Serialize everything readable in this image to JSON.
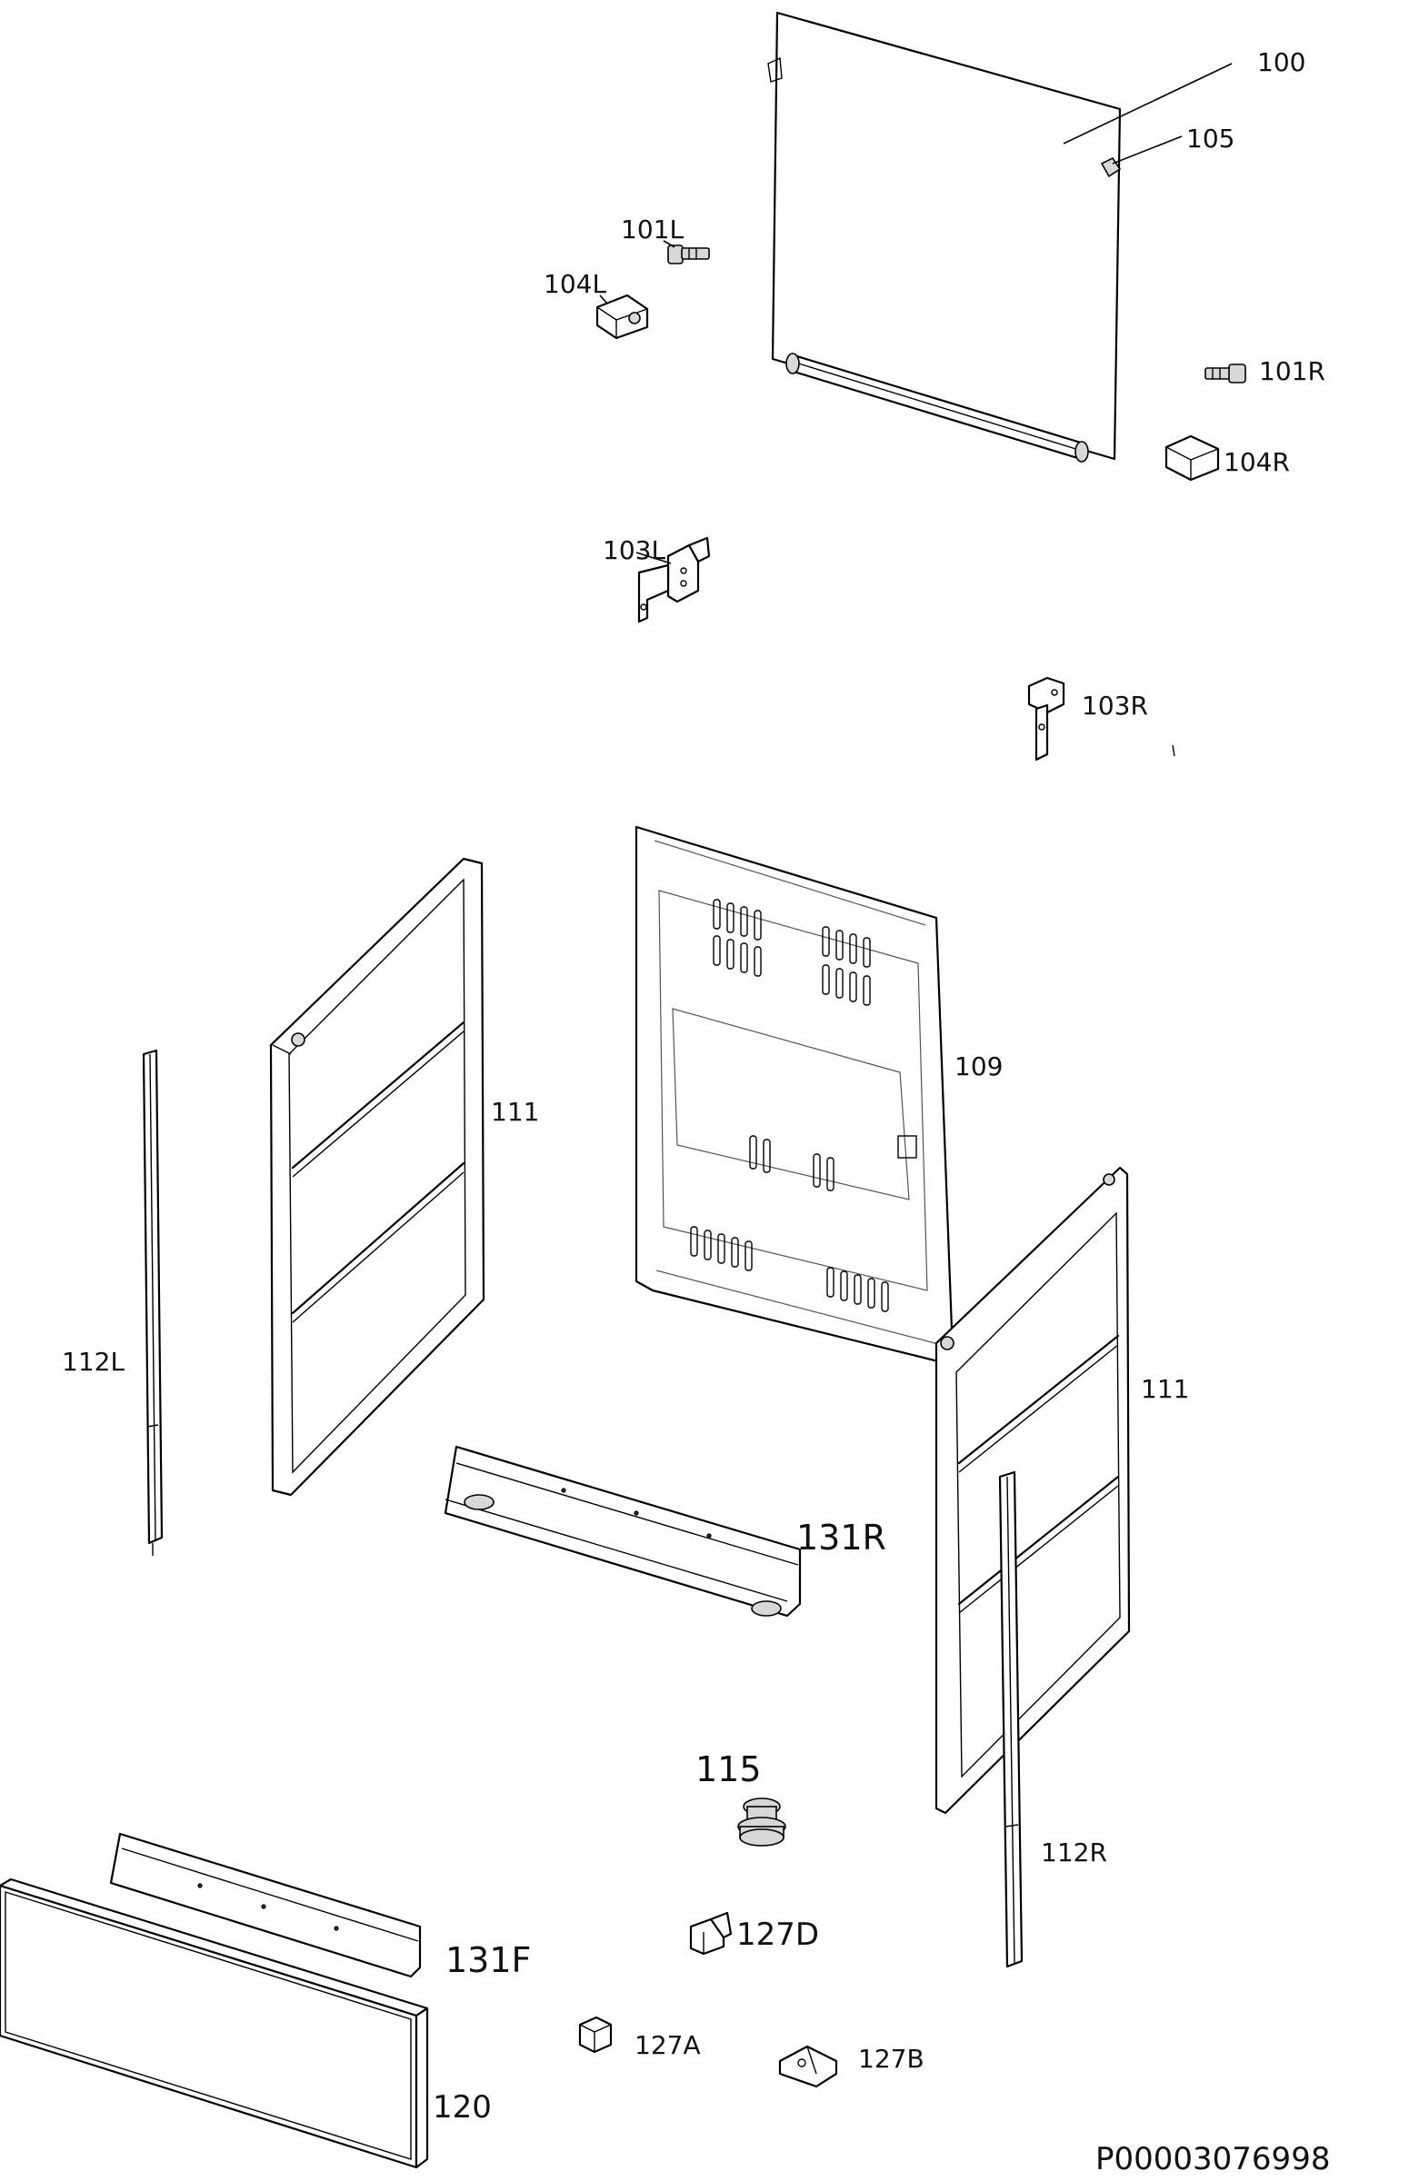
{
  "diagram": {
    "drawing_number": "P00003076998",
    "labels": {
      "l100": "100",
      "l105": "105",
      "l101L": "101L",
      "l104L": "104L",
      "l101R": "101R",
      "l104R": "104R",
      "l103L": "103L",
      "l103R": "103R",
      "l109": "109",
      "l111a": "111",
      "l111b": "111",
      "l112L": "112L",
      "l112R": "112R",
      "l131R": "131R",
      "l115": "115",
      "l131F": "131F",
      "l127D": "127D",
      "l127A": "127A",
      "l127B": "127B",
      "l120": "120"
    }
  }
}
